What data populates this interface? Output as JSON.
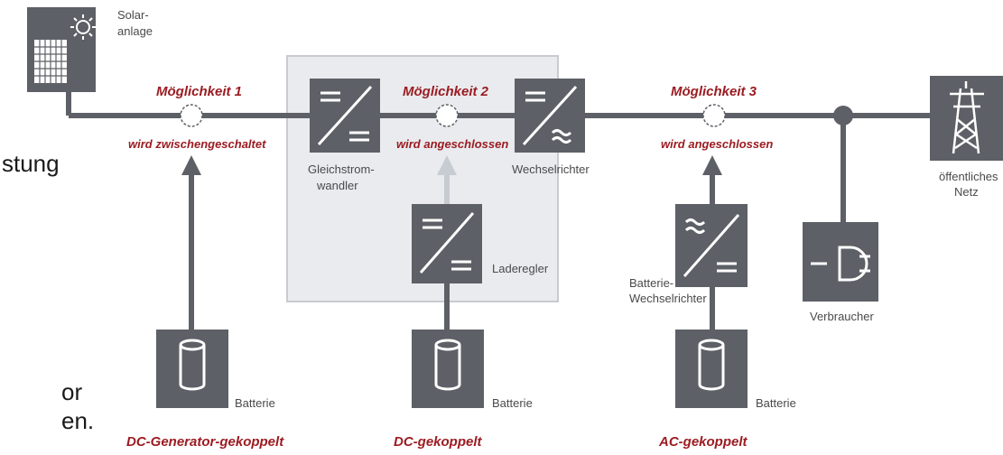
{
  "solar": {
    "label_line1": "Solar-",
    "label_line2": "anlage"
  },
  "options": [
    {
      "title": "Möglichkeit 1",
      "status": "wird zwischengeschaltet"
    },
    {
      "title": "Möglichkeit 2",
      "status": "wird angeschlossen"
    },
    {
      "title": "Möglichkeit 3",
      "status": "wird angeschlossen"
    }
  ],
  "components": {
    "dc_converter_line1": "Gleichstrom-",
    "dc_converter_line2": "wandler",
    "inverter": "Wechselrichter",
    "charge_controller": "Laderegler",
    "battery_inverter_line1": "Batterie-",
    "battery_inverter_line2": "Wechselrichter",
    "consumer": "Verbraucher",
    "grid_line1": "öffentliches",
    "grid_line2": "Netz",
    "battery": "Batterie"
  },
  "couplings": [
    "DC-Generator-gekoppelt",
    "DC-gekoppelt",
    "AC-gekoppelt"
  ],
  "cropped_text": {
    "line_top": "stung",
    "line_bottom1": "or",
    "line_bottom2": "en."
  },
  "colors": {
    "box": "#5d6066",
    "line": "#5d6066",
    "accent_red": "#9b1c22",
    "group_bg": "#e9ebee",
    "group_border": "#c8cbd0"
  }
}
